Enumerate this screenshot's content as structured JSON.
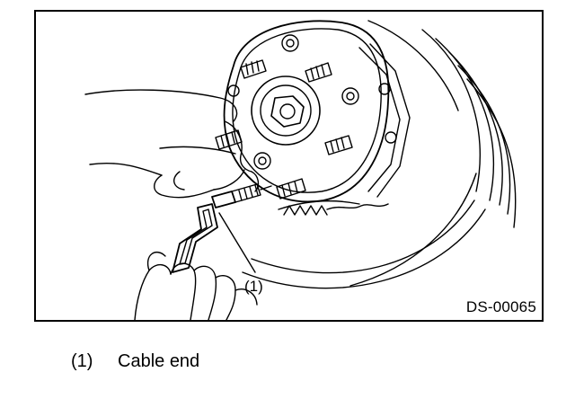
{
  "figure": {
    "id_label": "DS-00065",
    "callout": "(1)"
  },
  "legend": {
    "items": [
      {
        "number": "(1)",
        "text": "Cable end"
      }
    ]
  },
  "colors": {
    "line": "#000000",
    "background": "#ffffff"
  }
}
